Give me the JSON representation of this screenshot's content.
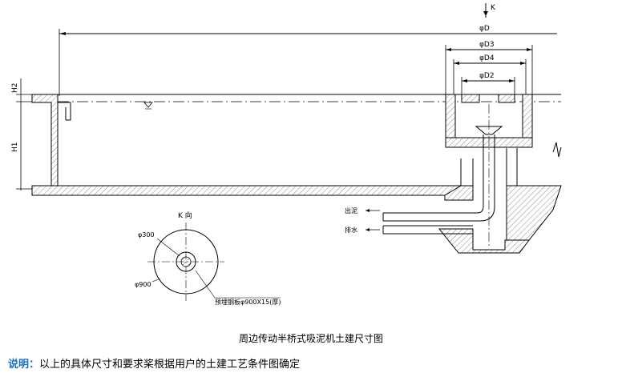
{
  "labels": {
    "k_arrow": "K",
    "dia_D": "φD",
    "dia_D3": "φD3",
    "dia_D4": "φD4",
    "dia_D2": "φD2",
    "h2": "H2",
    "h1": "H1",
    "outlet_sludge": "出泥",
    "outlet_water": "排水",
    "k_view": "K 向",
    "dia_300": "φ300",
    "dia_900": "φ900",
    "plate_note": "预埋钢板φ900X15(厚)"
  },
  "caption": "周边传动半桥式吸泥机土建尺寸图",
  "note": {
    "label": "说明：",
    "text": "以上的具体尺寸和要求桨根据用户的土建工艺条件图确定"
  },
  "colors": {
    "line": "#000000",
    "hatch": "#9a9a9a",
    "note_label": "#1a6fc4"
  }
}
